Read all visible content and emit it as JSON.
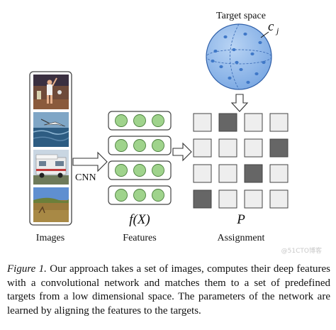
{
  "figure": {
    "target_space_label": "Target space",
    "target_point_label": "c",
    "target_point_subscript": "j",
    "cnn_label": "CNN",
    "images_label": "Images",
    "features_math_label": "f(X)",
    "features_label": "Features",
    "assignment_math_label": "P",
    "assignment_label": "Assignment",
    "image_thumbnails": [
      "basketball-photo",
      "bird-over-water-photo",
      "camper-van-photo",
      "field-landscape-photo"
    ],
    "feature_rows": 4,
    "feature_dots_per_row": 3,
    "assignment_grid": [
      [
        0,
        1,
        0,
        0
      ],
      [
        0,
        0,
        0,
        1
      ],
      [
        0,
        0,
        1,
        0
      ],
      [
        1,
        0,
        0,
        0
      ]
    ],
    "colors": {
      "sphere_fill": "#8ab4e8",
      "sphere_dot": "#3f78c8",
      "feature_dot": "#9fd38c",
      "assigned_cell": "#666666",
      "empty_cell": "#eeeeee"
    }
  },
  "caption": {
    "label": "Figure 1.",
    "text": "Our approach takes a set of images, computes their deep features with a convolutional network and matches them to a set of predefined targets from a low dimensional space. The parameters of the network are learned by aligning the features to the targets."
  },
  "watermark": "@51CTO博客"
}
